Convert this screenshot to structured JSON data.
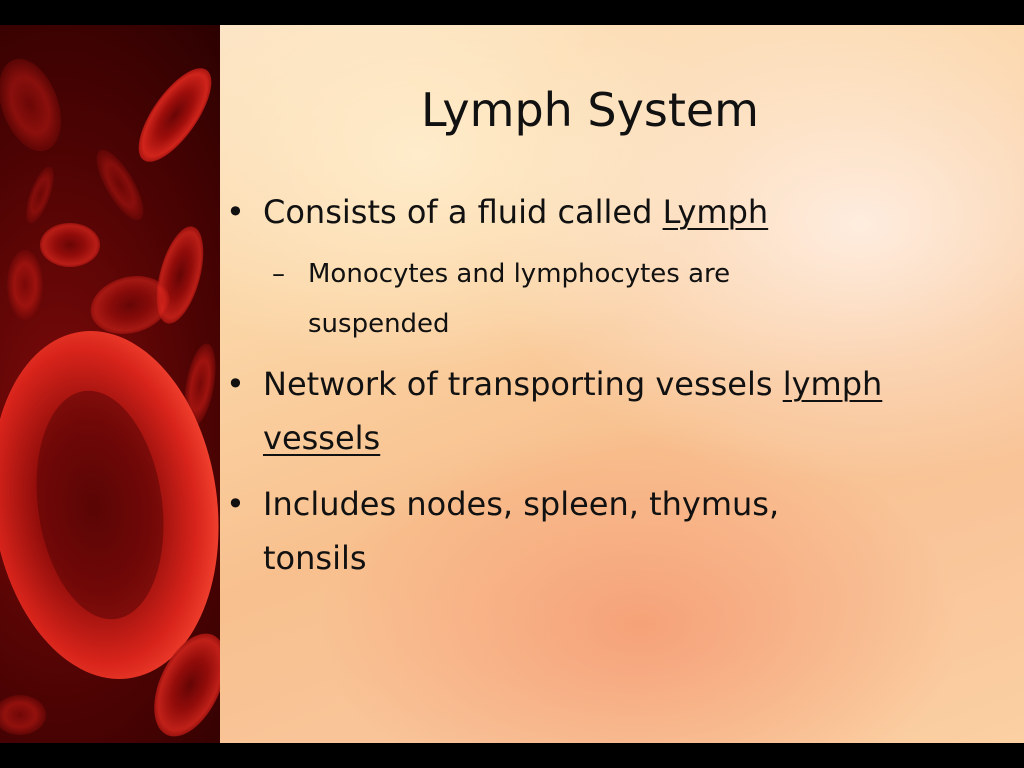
{
  "slide": {
    "title": "Lymph System",
    "bullet_glyph": "•",
    "sub_glyph": "–",
    "bullets": [
      {
        "text_before": "Consists of a fluid called ",
        "underlined": " Lymph",
        "text_after": ""
      },
      {
        "text_before": "Network of transporting vessels ",
        "underlined": "lymph vessels",
        "text_after": ""
      },
      {
        "text_before": "Includes nodes, spleen, thymus, tonsils",
        "underlined": "",
        "text_after": ""
      }
    ],
    "sub_bullets": [
      {
        "text": "Monocytes and lymphocytes are suspended"
      }
    ],
    "colors": {
      "background_warm": "#fbd5a6",
      "blood_dark": "#4e0303",
      "blood_cell": "#c81a14",
      "text": "#111111"
    }
  }
}
